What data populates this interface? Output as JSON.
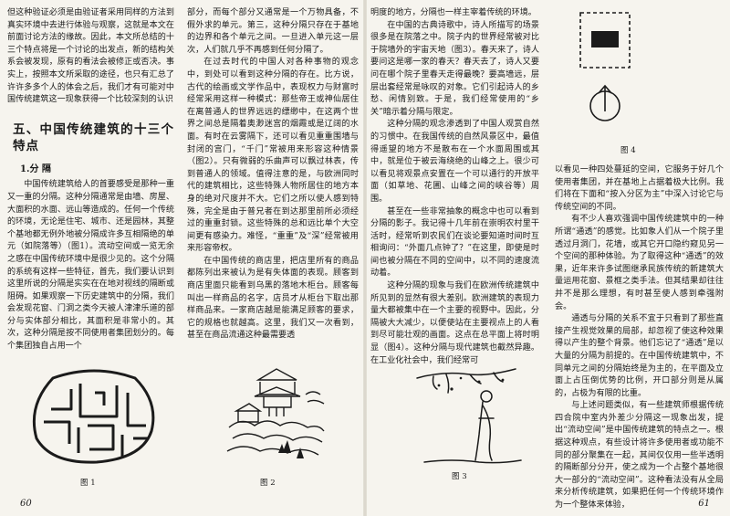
{
  "left_page": {
    "col1_intro": "但这种验证必须是由验证者采用同样的方法到真实环境中去进行体验与观察，这就是本文在前面讨论方法的缘故。因此，本文所总结的十三个特点将是一个讨论的出发点，新的结构关系会被发现，原有的看法会被修正或否决。事实上，按照本文所采取的途径，也只有汇总了许许多多个人的体会之后，我们才有可能对中国传统建筑这一现象获得一个比较深刻的认识",
    "section_title": "五、中国传统建筑的十三个特点",
    "subhead": "1.分 隔",
    "col1_body": "中国传统建筑给人的首要感受是那种一重又一重的分隔。这种分隔通常是由墙、房屋、大面积的水面、远山等造成的。任何一个传统的环境，无论是住宅、城市、还是园林，其整个基地都无例外地被分隔成许多互相隔绝的单元（如院落等）（图1）。流动空间或一览无余之感在中国传统环境中是很少见的。这个分隔的系统有这样一些特征，首先，我们要认识到这里所说的分隔是实实在在地对视线的隔断或阻碍。如果观察一下历史建筑中的分隔，我们会发现花窗、门洞之类今天被人津津乐道的部分与实体部分相比，其面积是非常小的。其次，这种分隔是按不同使用者集团划分的。每个集团独自占用一个",
    "col2_body_a": "部分，而每个部分又通常是一个万物具备，不假外求的单元。第三，这种分隔只存在于基地的边界和各个单元之间。一旦进入单元这一层次，人们就几乎不再感到任何分隔了。",
    "col2_body_b": "在过去时代的中国人对各种事物的观念中，到处可以看到这种分隔的存在。比方说，古代的绘画或文学作品中，表现权力与财富时经常采用这样一种模式：那些帝王或神仙居住在离普通人的世界远远的缥缈中，在这两个世界之间总是隔着奥渺迷宫的烟霞或是辽阔的水面。有时在云雾隔下，还可以看见重重围墙与封闭的宫门，“千门”常被用来形容这种情景（图2）。只有微弱的乐曲声可以飘过林表，传到普通人的领域。值得注意的是，与欧洲同时代的建筑相比，这些特殊人物所居住的地方本身的绝对尺度并不大。它们之所以使人感到特殊，完全是由于普兄者在到达那里前所必须经过的重重封锁。这些特殊的总和远比单个大空间更有感染力。难怪，“重重”及“深”经常被用来形容帝权。",
    "col2_body_c": "在中国传统的商店里，把店里所有的商品都陈列出来被认为是有失体面的表现。顾客到商店里面只能看到乌黑的落地木柜台。顾客每叫出一样商品的名字，店员才从柜台下取出那样商品来。一家商店越是能满足顾客的要求，它的规格也就越高。这里，我们又一次看到，甚至在商品流通这种最需要透",
    "fig1_caption": "图 1",
    "fig2_caption": "图 2",
    "page_number": "60"
  },
  "right_page": {
    "col3_body_a": "明度的地方，分隔也一样主宰着传统的环境。",
    "col3_body_b": "在中国的古典诗歌中，诗人所描写的场景很多是在院落之中。院子内的世界经常被对比于院墙外的宇宙天地（图3）。春天来了，诗人要问这是哪一家的春天？春天去了，诗人又要问在哪个院子里春天走得最晚？要高墙远，层层出套经常是咏叹的对象。它们引起诗人的乡愁、闲情别致。于是，我们经常使用的“乡关”暗示着分隔与限定。",
    "col3_body_c": "这种分隔的观念渗透到了中国人观赏自然的习惯中。在我国传统的自然风景区中，最值得遥望的地方不是散布在一个水面周围或其中，就是位于被云海绕绝的山峰之上。很少可以看见将观景点安置在一个可以通行的开放平面（如草地、花圃、山峰之间的峡谷等）周围。",
    "col3_body_d": "甚至在一些非常抽象的概念中也可以看到分隔的影子。我记得十几年前在崇明农村里干活时，经常听到农民们在谈论要知道时间时互相询问：“外面几点钟了？”在这里，即使是时间也被分隔在不同的空间中，以不同的速度流动着。",
    "col3_body_e": "这种分隔的现象与我们在欧洲传统建筑中所见到的显然有很大差别。欧洲建筑的表现力量大都被集中在一个主要的视野中。因此，分隔被大大减少，以便使站在主要视点上的人看到尽可能壮观的画面。这点在总平面上将时明显（图4）。这种分隔与现代建筑也截然异趣。在工业化社会中，我们经常可",
    "fig3_caption": "图 3",
    "fig4_caption": "图 4",
    "col4_body_a": "以看见一种四处蔓延的空间，它服务于好几个使用者集团，并在基地上占据着极大比例。我们将在下面和“按入分区为主”中深入讨论它与传统空间的不同。",
    "col4_body_b": "有不少人喜欢强调中国传统建筑中的一种所谓“通透”的感觉。比如象人们从一个院子里透过月洞门，花墙，或其它开口隐约窥见另一个空间的那种体验。为了取得这种“通透”的效果，近年来许多试图继承民族传统的新建筑大量运用花窗、景框之类手法。但其结果却往往并不是那么理想，有时甚至使人感到牵强附会。",
    "col4_body_c": "通透与分隔的关系不宜于只看到了那些直接产生视觉效果的局部，却忽视了使这种效果得以产生的整个背景。他们忘记了“通透”是以大量的分隔为前提的。在中国传统建筑中，不同单元之间的分隔始终是为主的，在平面及立面上占压倒优势的比例，开口部分则是从属的，占极为有限的比重。",
    "col4_body_d": "与上述问题类似，有一些建筑师根据传统四合院中室内外差少分隔这一现象出发，提出“流动空间”是中国传统建筑的特点之一。根据这种观点，有些设计将许多使用者或功能不同的部分聚集在一起，其间仅仅用一些半透明的隔断部分分开，使之成为一个占整个基地很大一部分的“流动空间”。这种看法没有从全局来分析传统建筑，如果把任何一个传统环境作为一个整体来体验，",
    "page_number": "61"
  },
  "colors": {
    "paper": "#f6f4ee",
    "ink": "#1b1b1b"
  }
}
